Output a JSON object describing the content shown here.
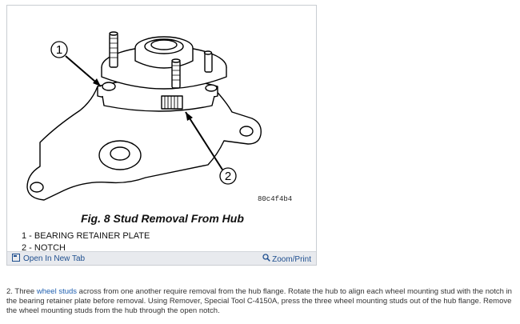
{
  "figure": {
    "code": "80c4f4b4",
    "callouts": [
      "1",
      "2"
    ],
    "caption": "Fig. 8 Stud Removal From Hub",
    "legend": [
      "1 - BEARING RETAINER PLATE",
      "2 - NOTCH"
    ],
    "open_tab_label": "Open In New Tab",
    "zoom_label": "Zoom/Print"
  },
  "paragraph": {
    "lead": " 2. Three ",
    "link": "wheel studs",
    "rest": " across from one another require removal from the hub flange. Rotate the hub to align each wheel mounting stud with the notch in the bearing retainer plate before removal. Using Remover, Special Tool C-4150A, press the three wheel mounting studs out of the hub flange. Remove the wheel mounting studs from the hub through the open notch."
  },
  "colors": {
    "link": "#2060b0",
    "footer": "#e8eaee"
  }
}
